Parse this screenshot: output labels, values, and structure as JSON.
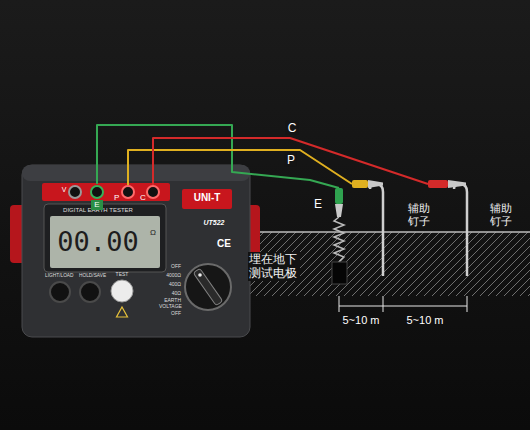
{
  "diagram": {
    "nodes": [
      {
        "text": [
          "E"
        ]
      },
      {
        "text": [
          "P"
        ]
      },
      {
        "text": [
          "C"
        ]
      },
      {
        "text": [
          "埋在地下测试电极"
        ]
      },
      {
        "text": [
          "辅助钉子"
        ]
      },
      {
        "text": [
          "辅助钉子"
        ]
      }
    ],
    "edges": [
      {
        "from": 0,
        "to": 3,
        "label": "E",
        "arrow": "none"
      },
      {
        "from": 1,
        "to": 4,
        "label": "P",
        "arrow": "none"
      },
      {
        "from": 2,
        "to": 5,
        "label": "C",
        "arrow": "none"
      }
    ],
    "labels": [
      "V",
      "DIGITAL EARTH TESTER",
      "00.00",
      "Ω",
      "UNI-T",
      "UT522",
      "CE",
      "LIGHT/LOAD",
      "HOLD/SAVE",
      "TEST",
      "OFF",
      "4000Ω",
      "400Ω",
      "40Ω",
      "EARTH VOLTAGE",
      "OFF",
      "5~10 m",
      "5~10 m"
    ]
  }
}
